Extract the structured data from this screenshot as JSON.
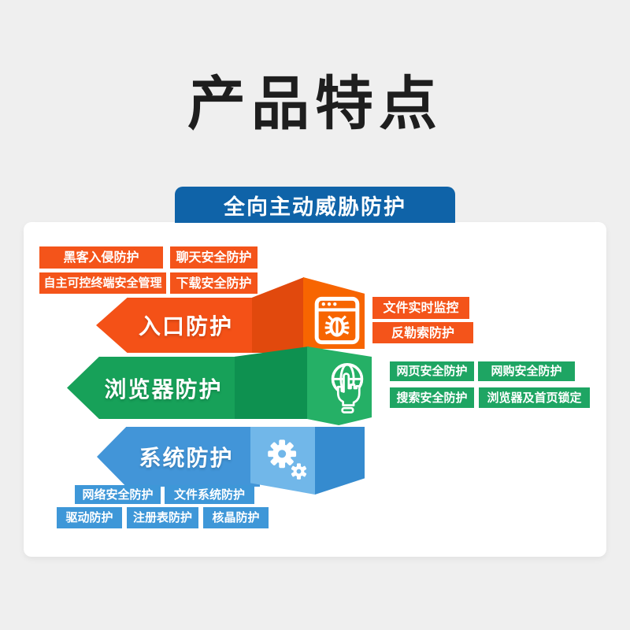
{
  "title": "产品特点",
  "banner": {
    "label": "全向主动威胁防护"
  },
  "colors": {
    "background": "#efefef",
    "panel": "#ffffff",
    "banner_blue": "#0f63a8",
    "entry_orange": "#f45117",
    "browser_green": "#17a159",
    "system_blue": "#4295d8",
    "tag_orange": "#f4541a",
    "tag_green": "#1ea563",
    "tag_blue": "#3e97d8"
  },
  "rows": {
    "entry": {
      "label": "入口防护",
      "icon": "browser-bug-icon"
    },
    "browser": {
      "label": "浏览器防护",
      "icon": "globe-hand-icon"
    },
    "system": {
      "label": "系统防护",
      "icon": "gears-icon"
    }
  },
  "tags": {
    "entry_left": [
      "黑客入侵防护",
      "聊天安全防护",
      "自主可控终端安全管理",
      "下载安全防护"
    ],
    "entry_right": [
      "文件实时监控",
      "反勒索防护"
    ],
    "browser_right": [
      "网页安全防护",
      "网购安全防护",
      "搜索安全防护",
      "浏览器及首页锁定"
    ],
    "system_bottom": [
      "网络安全防护",
      "文件系统防护",
      "驱动防护",
      "注册表防护",
      "核晶防护"
    ]
  }
}
